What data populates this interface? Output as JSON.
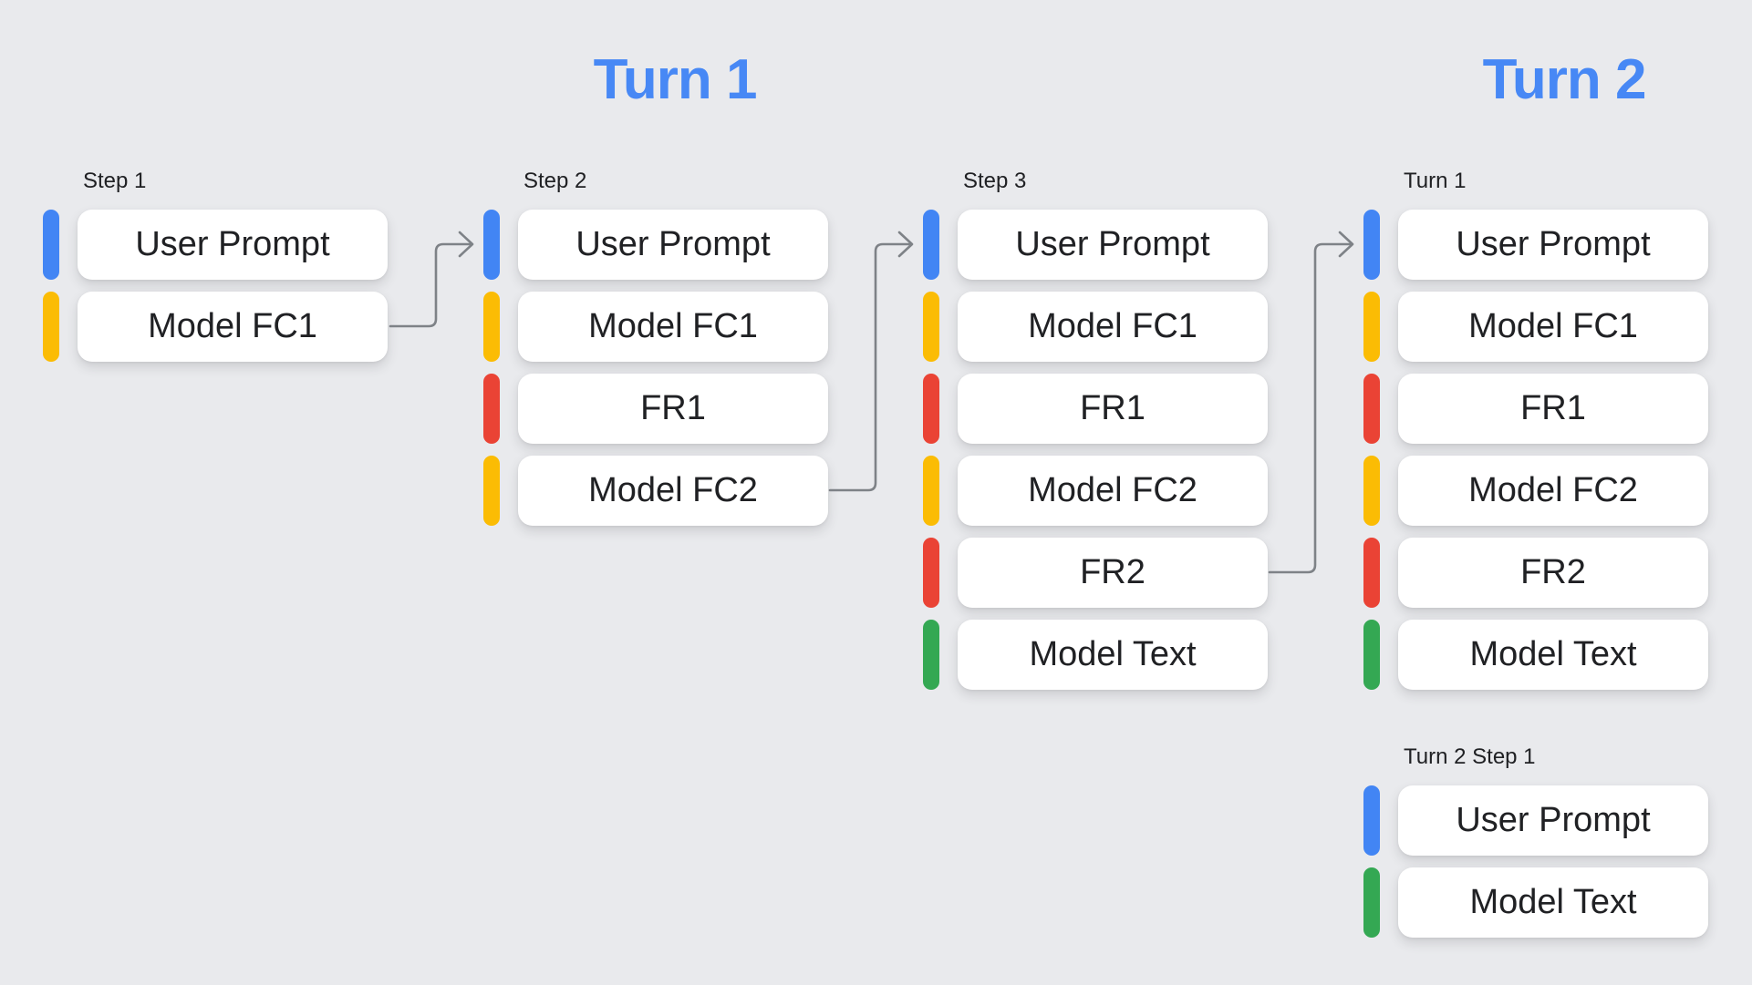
{
  "colors": {
    "background": "#e9eaed",
    "title-blue": "#4788f5",
    "user-blue": "#4285f4",
    "model-fc-yellow": "#fbbc04",
    "fr-red": "#ea4335",
    "model-text-green": "#34a853",
    "arrow-gray": "#7e8287",
    "label-dark": "#202124",
    "box-bg": "#ffffff"
  },
  "titles": {
    "turn1": "Turn 1",
    "turn2": "Turn 2"
  },
  "columns": [
    {
      "label": "Step 1",
      "rows": [
        {
          "kind": "user-prompt",
          "label": "User Prompt"
        },
        {
          "kind": "model-fc",
          "label": "Model FC1"
        }
      ]
    },
    {
      "label": "Step 2",
      "rows": [
        {
          "kind": "user-prompt",
          "label": "User Prompt"
        },
        {
          "kind": "model-fc",
          "label": "Model FC1"
        },
        {
          "kind": "fr",
          "label": "FR1"
        },
        {
          "kind": "model-fc",
          "label": "Model FC2"
        }
      ]
    },
    {
      "label": "Step 3",
      "rows": [
        {
          "kind": "user-prompt",
          "label": "User Prompt"
        },
        {
          "kind": "model-fc",
          "label": "Model FC1"
        },
        {
          "kind": "fr",
          "label": "FR1"
        },
        {
          "kind": "model-fc",
          "label": "Model FC2"
        },
        {
          "kind": "fr",
          "label": "FR2"
        },
        {
          "kind": "model-text",
          "label": "Model Text"
        }
      ]
    },
    {
      "label": "Turn 1",
      "rows": [
        {
          "kind": "user-prompt",
          "label": "User Prompt"
        },
        {
          "kind": "model-fc",
          "label": "Model FC1"
        },
        {
          "kind": "fr",
          "label": "FR1"
        },
        {
          "kind": "model-fc",
          "label": "Model FC2"
        },
        {
          "kind": "fr",
          "label": "FR2"
        },
        {
          "kind": "model-text",
          "label": "Model Text"
        }
      ]
    },
    {
      "label": "Turn 2 Step 1",
      "rows": [
        {
          "kind": "user-prompt",
          "label": "User Prompt"
        },
        {
          "kind": "model-text",
          "label": "Model Text"
        }
      ]
    }
  ],
  "arrows": [
    {
      "from": "Step 1 / Model FC1",
      "to": "Step 2 / User Prompt"
    },
    {
      "from": "Step 2 / Model FC2",
      "to": "Step 3 / User Prompt"
    },
    {
      "from": "Step 3 / FR2",
      "to": "Turn 1 / User Prompt"
    }
  ]
}
